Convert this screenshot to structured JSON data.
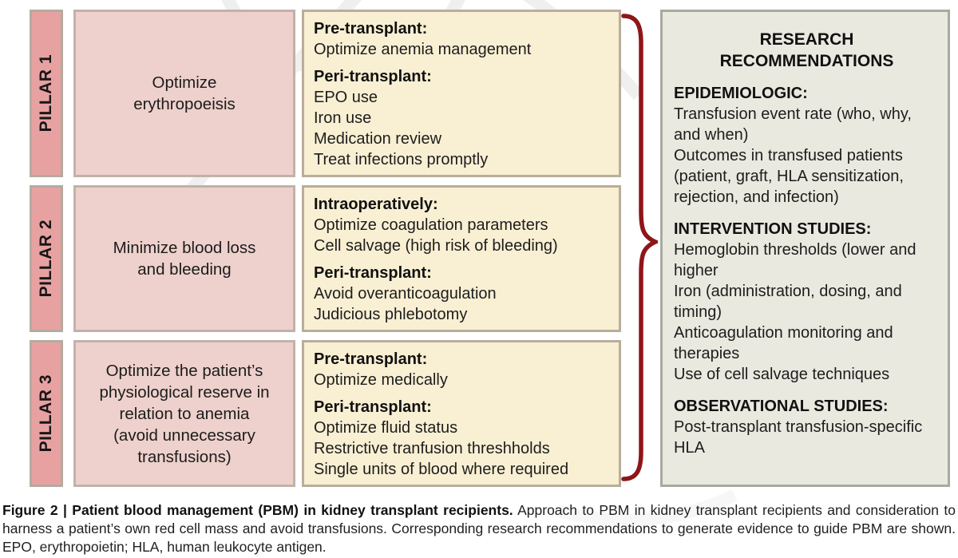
{
  "pillars": [
    {
      "label": "PILLAR 1",
      "description": "Optimize\nerythropoeisis",
      "details": [
        {
          "heading": "Pre-transplant:",
          "items": [
            "Optimize anemia management"
          ]
        },
        {
          "heading": "Peri-transplant:",
          "items": [
            "EPO use",
            "Iron use",
            "Medication review",
            "Treat infections promptly"
          ]
        }
      ]
    },
    {
      "label": "PILLAR 2",
      "description": "Minimize blood loss\nand bleeding",
      "details": [
        {
          "heading": "Intraoperatively:",
          "items": [
            "Optimize coagulation parameters",
            "Cell salvage (high risk of bleeding)"
          ]
        },
        {
          "heading": "Peri-transplant:",
          "items": [
            "Avoid overanticoagulation",
            "Judicious phlebotomy"
          ]
        }
      ]
    },
    {
      "label": "PILLAR 3",
      "description": "Optimize the patient’s\nphysiological reserve in\nrelation to anemia\n(avoid unnecessary\ntransfusions)",
      "details": [
        {
          "heading": "Pre-transplant:",
          "items": [
            "Optimize medically"
          ]
        },
        {
          "heading": "Peri-transplant:",
          "items": [
            "Optimize fluid status",
            "Restrictive tranfusion threshholds",
            "Single units of blood where required"
          ]
        }
      ]
    }
  ],
  "research": {
    "title": "RESEARCH\nRECOMMENDATIONS",
    "sections": [
      {
        "heading": "EPIDEMIOLOGIC:",
        "items": [
          "Transfusion event rate (who, why, and when)",
          "Outcomes in transfused patients (patient, graft, HLA sensitization, rejection, and infection)"
        ]
      },
      {
        "heading": "INTERVENTION STUDIES:",
        "items": [
          "Hemoglobin thresholds (lower and higher",
          "Iron (administration, dosing, and timing)",
          "Anticoagulation monitoring and therapies",
          "Use of cell salvage techniques"
        ]
      },
      {
        "heading": "OBSERVATIONAL STUDIES:",
        "items": [
          "Post-transplant transfusion-specific HLA"
        ]
      }
    ]
  },
  "caption": {
    "bold": "Figure 2 | Patient blood management (PBM) in kidney transplant recipients.",
    "text": "Approach to PBM in kidney transplant recipients and consideration to harness a patient’s own red cell mass and avoid transfusions. Corresponding research recommendations to generate evidence to guide PBM are shown. EPO, erythropoietin; HLA, human leukocyte antigen."
  },
  "colors": {
    "pillar_label_fill": "#e8a1a1",
    "description_fill": "#eed1cc",
    "detail_fill": "#f9efd3",
    "research_fill": "#e9e9df",
    "box_border": "#b4aba0",
    "brace_red": "#8e1618"
  }
}
